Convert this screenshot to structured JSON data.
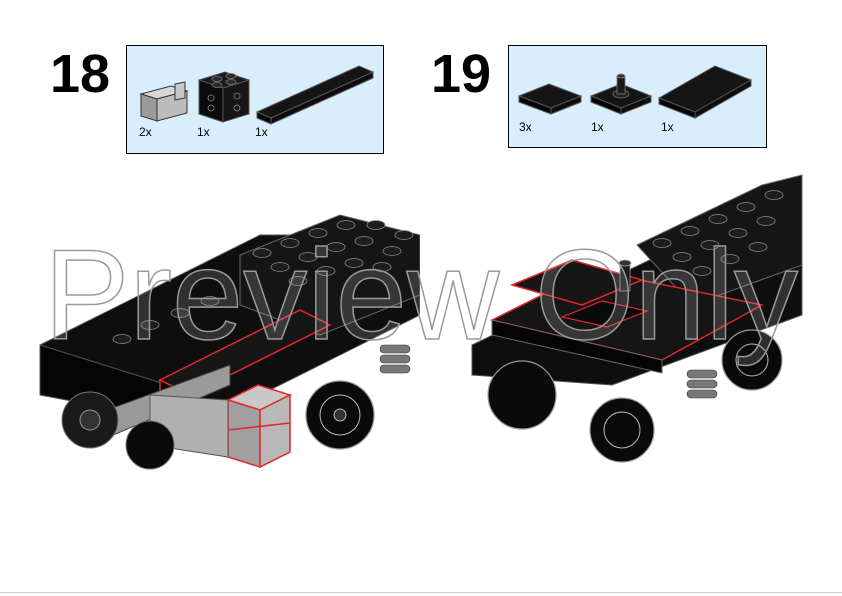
{
  "steps": [
    {
      "number": "18",
      "parts": [
        {
          "qty": "2x",
          "icon": "light-gray-bracket-part-icon"
        },
        {
          "qty": "1x",
          "icon": "black-brick-2x2-part-icon"
        },
        {
          "qty": "1x",
          "icon": "black-tile-long-part-icon"
        }
      ]
    },
    {
      "number": "19",
      "parts": [
        {
          "qty": "3x",
          "icon": "black-tile-2x2-part-icon"
        },
        {
          "qty": "1x",
          "icon": "black-plate-with-pin-part-icon"
        },
        {
          "qty": "1x",
          "icon": "black-tile-2x4-part-icon"
        }
      ]
    }
  ],
  "watermark": "Preview Only",
  "colors": {
    "parts_box_bg": "#d9eefc",
    "highlight": "#e3262b",
    "part_black": "#111111",
    "part_light_gray": "#b4b4b4"
  }
}
